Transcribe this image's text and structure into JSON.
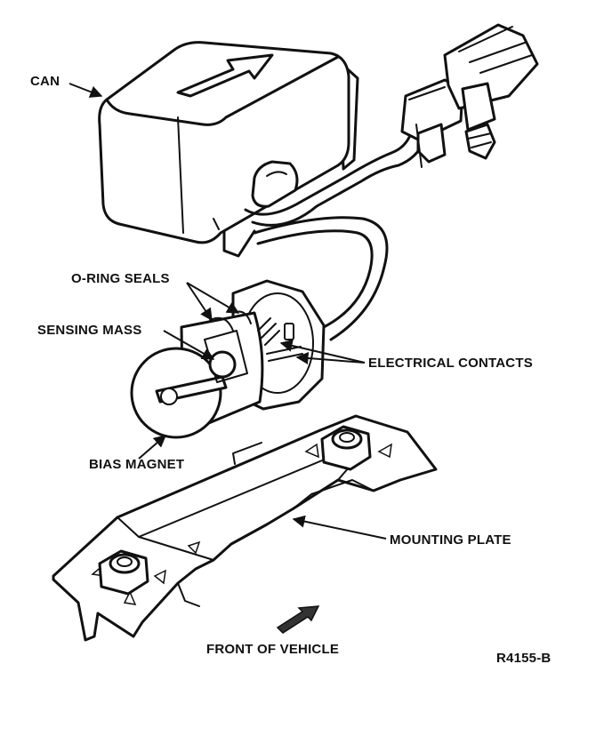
{
  "labels": {
    "can": "CAN",
    "o_ring_seals": "O-RING SEALS",
    "sensing_mass": "SENSING MASS",
    "electrical_contacts": "ELECTRICAL CONTACTS",
    "bias_magnet": "BIAS MAGNET",
    "mounting_plate": "MOUNTING PLATE",
    "front_of_vehicle": "FRONT OF VEHICLE",
    "figure_code": "R4155-B"
  }
}
